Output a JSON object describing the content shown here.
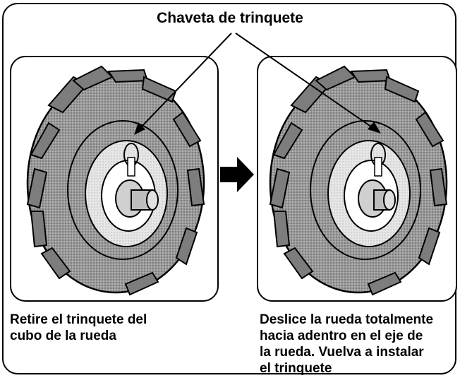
{
  "title": "Chaveta de trinquete",
  "left_caption": [
    "Retire el trinquete del",
    "cubo de la rueda"
  ],
  "right_caption": [
    "Deslice la rueda totalmente",
    "hacia adentro en el eje de",
    "la rueda. Vuelva a instalar",
    "el trinquete"
  ]
}
